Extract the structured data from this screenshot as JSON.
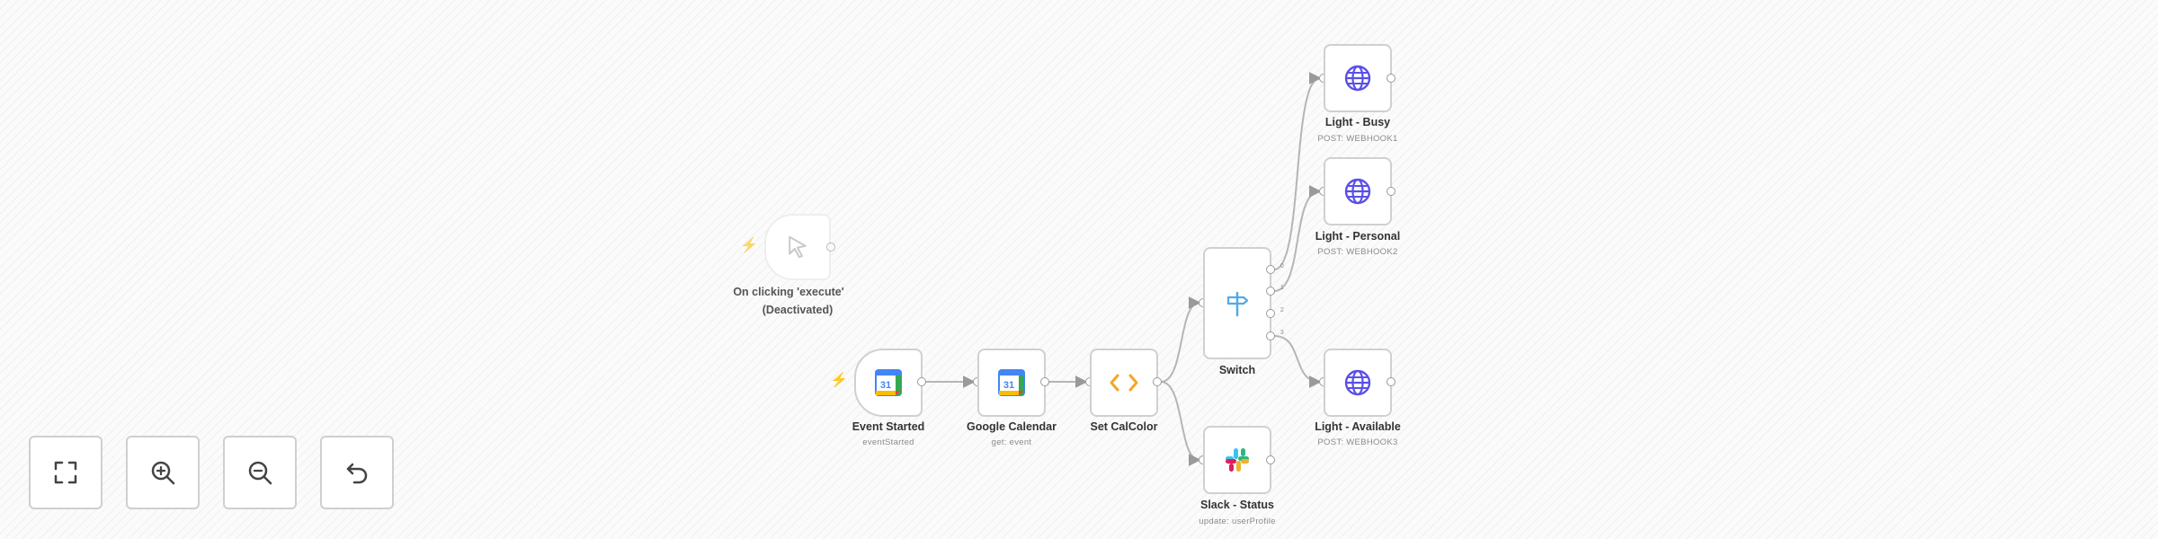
{
  "nodes": {
    "manual_trigger": {
      "title": "On clicking 'execute'",
      "status": "(Deactivated)",
      "icon": "cursor-icon"
    },
    "event_started": {
      "title": "Event Started",
      "subtitle": "eventStarted",
      "icon": "google-calendar-icon"
    },
    "google_calendar": {
      "title": "Google Calendar",
      "subtitle": "get: event",
      "icon": "google-calendar-icon"
    },
    "set_calcolor": {
      "title": "Set CalColor",
      "icon": "code-icon"
    },
    "switch": {
      "title": "Switch",
      "icon": "signpost-icon"
    },
    "light_busy": {
      "title": "Light - Busy",
      "subtitle": "POST: WEBHOOK1",
      "icon": "globe-icon"
    },
    "light_personal": {
      "title": "Light - Personal",
      "subtitle": "POST: WEBHOOK2",
      "icon": "globe-icon"
    },
    "light_available": {
      "title": "Light - Available",
      "subtitle": "POST: WEBHOOK3",
      "icon": "globe-icon"
    },
    "slack_status": {
      "title": "Slack - Status",
      "subtitle": "update: userProfile",
      "icon": "slack-icon"
    }
  },
  "calendar_icon_day": "31",
  "switch_outputs": [
    "0",
    "1",
    "2",
    "3"
  ],
  "controls": [
    {
      "name": "fit-view-button",
      "icon": "fullscreen-icon"
    },
    {
      "name": "zoom-in-button",
      "icon": "zoom-in-icon"
    },
    {
      "name": "zoom-out-button",
      "icon": "zoom-out-icon"
    },
    {
      "name": "reset-button",
      "icon": "undo-icon"
    }
  ],
  "colors": {
    "trigger_bolt": "#ff6d5a",
    "globe": "#5a50e6",
    "code": "#f5a623",
    "switch": "#54a9e8",
    "edge": "#b5b5b5"
  }
}
